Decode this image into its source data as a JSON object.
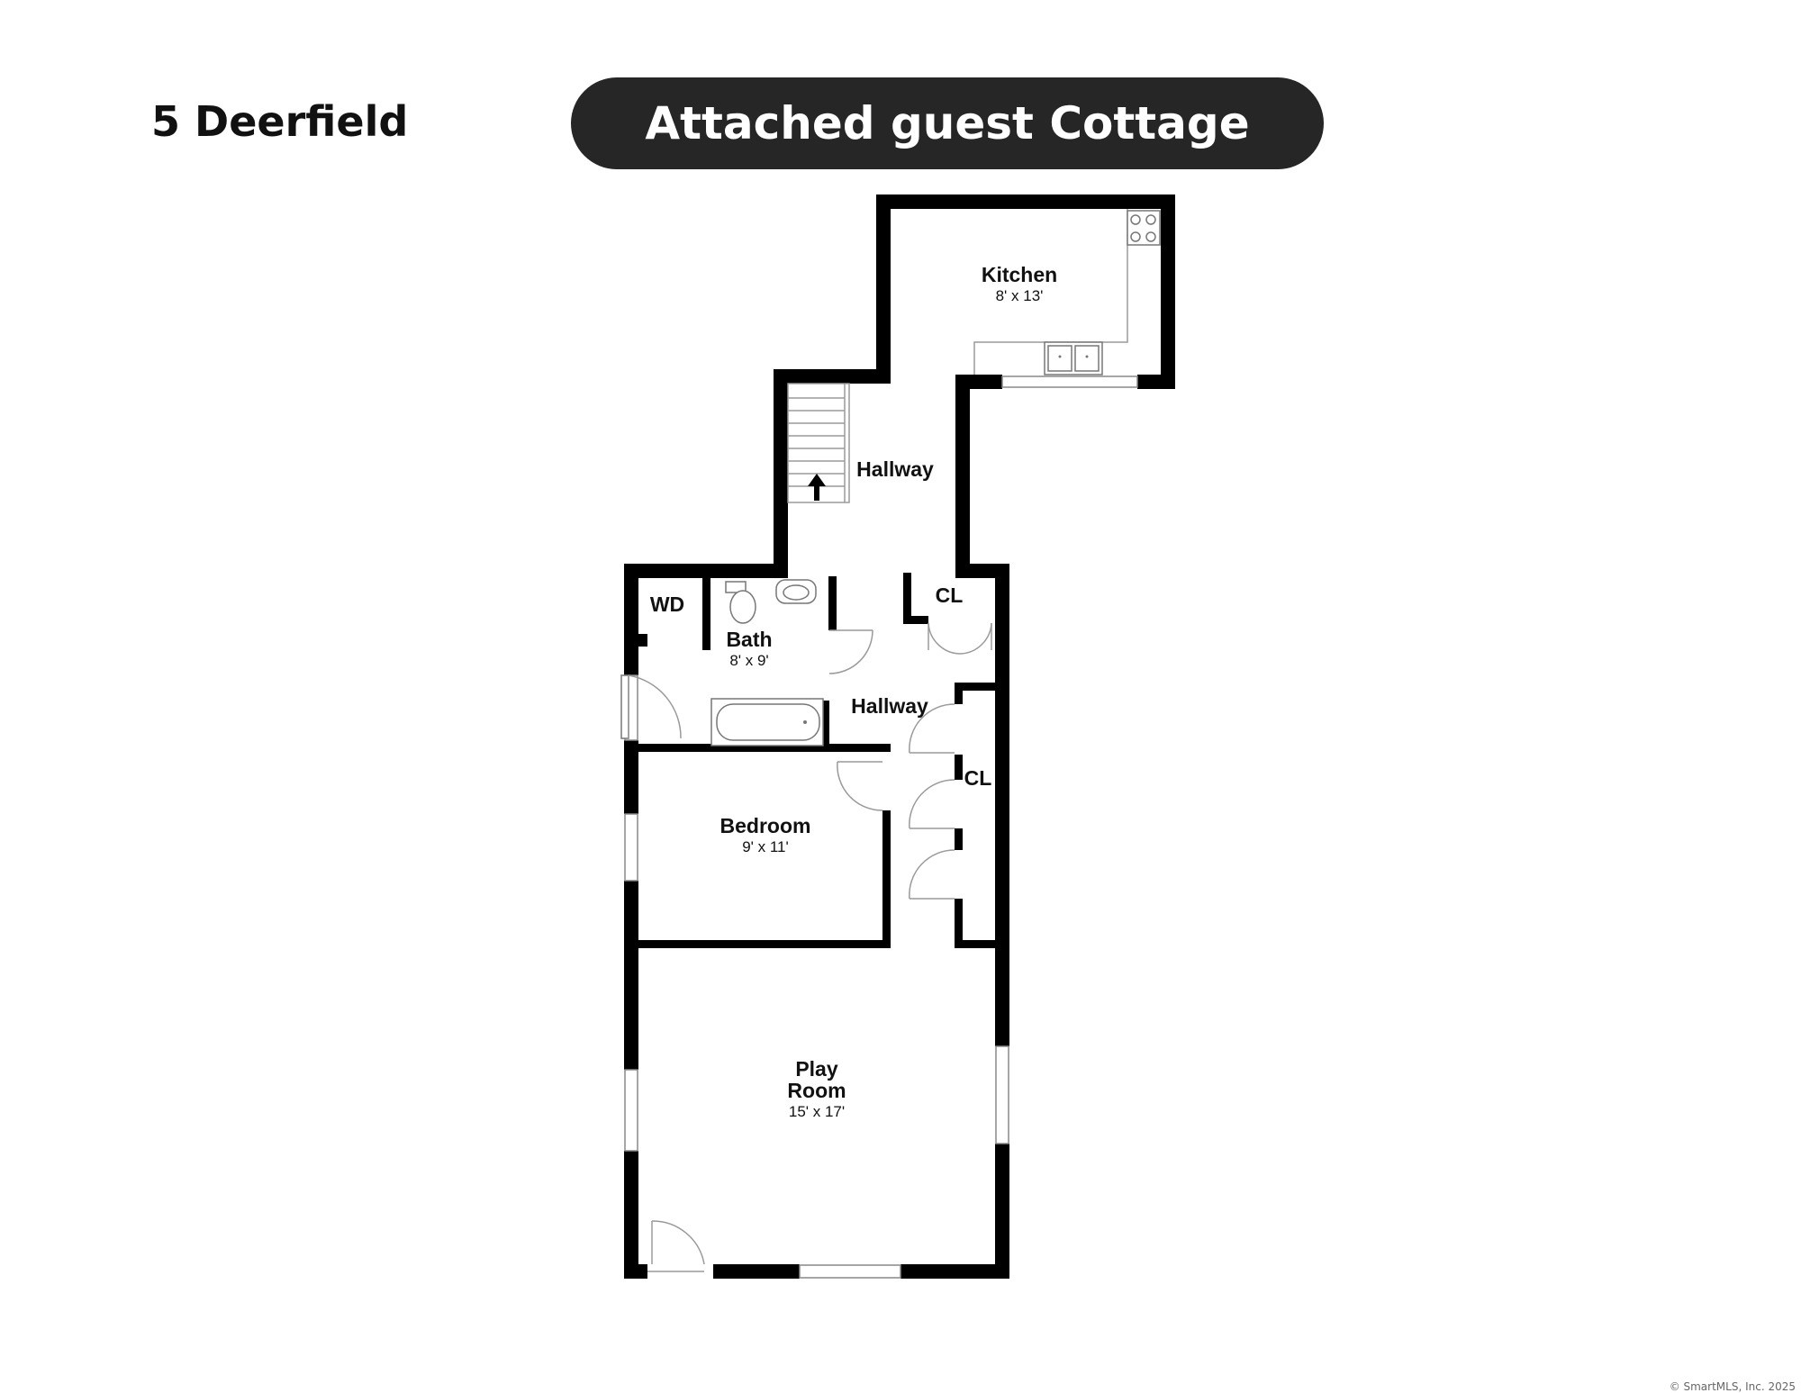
{
  "header": {
    "address": "5 Deerfield",
    "banner": "Attached guest Cottage"
  },
  "rooms": {
    "kitchen": {
      "name": "Kitchen",
      "dims": "8' x 13'"
    },
    "hallway_upper": {
      "name": "Hallway"
    },
    "wd": {
      "name": "WD"
    },
    "bath": {
      "name": "Bath",
      "dims": "8' x 9'"
    },
    "closet_upper": {
      "name": "CL"
    },
    "hallway_lower": {
      "name": "Hallway"
    },
    "closet_lower": {
      "name": "CL"
    },
    "bedroom": {
      "name": "Bedroom",
      "dims": "9' x 11'"
    },
    "playroom": {
      "name_line1": "Play",
      "name_line2": "Room",
      "dims": "15' x 17'"
    }
  },
  "footer": {
    "copyright": "© SmartMLS, Inc. 2025"
  },
  "colors": {
    "banner_bg": "#262626",
    "walls": "#000000"
  }
}
